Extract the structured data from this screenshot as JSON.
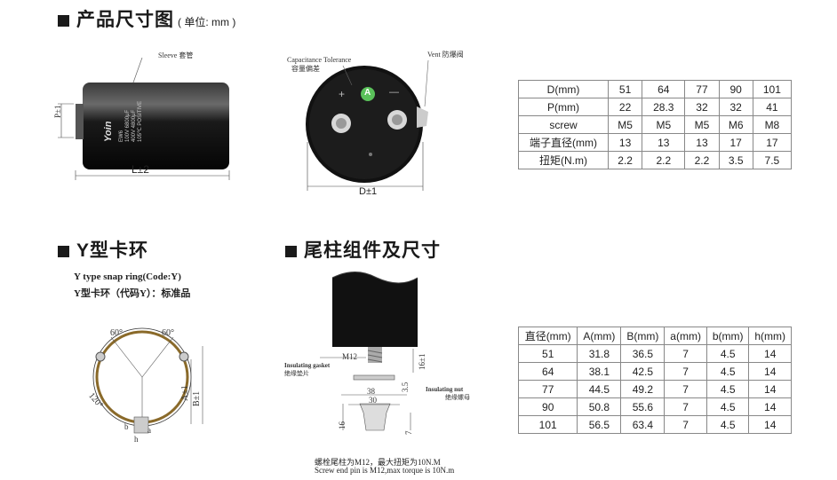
{
  "header": {
    "title": "产品尺寸图",
    "unit": "( 单位: mm )"
  },
  "drawing1": {
    "sleeve": "Sleeve 套管",
    "p_label": "P±1",
    "l_label": "L±2",
    "brand": "Yoin",
    "series": "EW6",
    "rating1": "100V 6800μF",
    "rating2": "400V 4800μF",
    "rating3": "105℃ POSITIVE"
  },
  "drawing2": {
    "cap_tol_en": "Capacitance Tolerance",
    "cap_tol_cn": "容量偏差",
    "vent": "Vent 防爆阀",
    "plus": "+",
    "minus": "—",
    "tol_letter": "A",
    "d_label": "D±1"
  },
  "table1": {
    "rows": [
      [
        "D(mm)",
        "51",
        "64",
        "77",
        "90",
        "101"
      ],
      [
        "P(mm)",
        "22",
        "28.3",
        "32",
        "32",
        "41"
      ],
      [
        "screw",
        "M5",
        "M5",
        "M5",
        "M6",
        "M8"
      ],
      [
        "端子直径(mm)",
        "13",
        "13",
        "13",
        "17",
        "17"
      ],
      [
        "扭矩(N.m)",
        "2.2",
        "2.2",
        "2.2",
        "3.5",
        "7.5"
      ]
    ]
  },
  "section_y": {
    "title": "Y型卡环",
    "en": "Y type snap ring(Code:Y)",
    "cn": "Y型卡环（代码Y）：标准品",
    "angle1": "60°",
    "angle2": "60°",
    "angle3": "120°",
    "a_label": "A±1",
    "b_label": "B±1",
    "sb": "b",
    "sa": "a",
    "sh": "h"
  },
  "section_tail": {
    "title": "尾柱组件及尺寸",
    "m12": "M12",
    "dim16": "16±1",
    "gasket_en": "Insulating gasket",
    "gasket_cn": "绝缘垫片",
    "nut_en": "Insulating nut",
    "nut_cn": "绝缘螺母",
    "d38": "38",
    "d30": "30",
    "d35": "3.5",
    "d16": "16",
    "d7": "7",
    "note_cn": "螺栓尾柱为M12，最大扭矩为10N.M",
    "note_en": "Screw end pin is M12,max torque is 10N.m"
  },
  "table2": {
    "rows": [
      [
        "直径(mm)",
        "A(mm)",
        "B(mm)",
        "a(mm)",
        "b(mm)",
        "h(mm)"
      ],
      [
        "51",
        "31.8",
        "36.5",
        "7",
        "4.5",
        "14"
      ],
      [
        "64",
        "38.1",
        "42.5",
        "7",
        "4.5",
        "14"
      ],
      [
        "77",
        "44.5",
        "49.2",
        "7",
        "4.5",
        "14"
      ],
      [
        "90",
        "50.8",
        "55.6",
        "7",
        "4.5",
        "14"
      ],
      [
        "101",
        "56.5",
        "63.4",
        "7",
        "4.5",
        "14"
      ]
    ]
  }
}
